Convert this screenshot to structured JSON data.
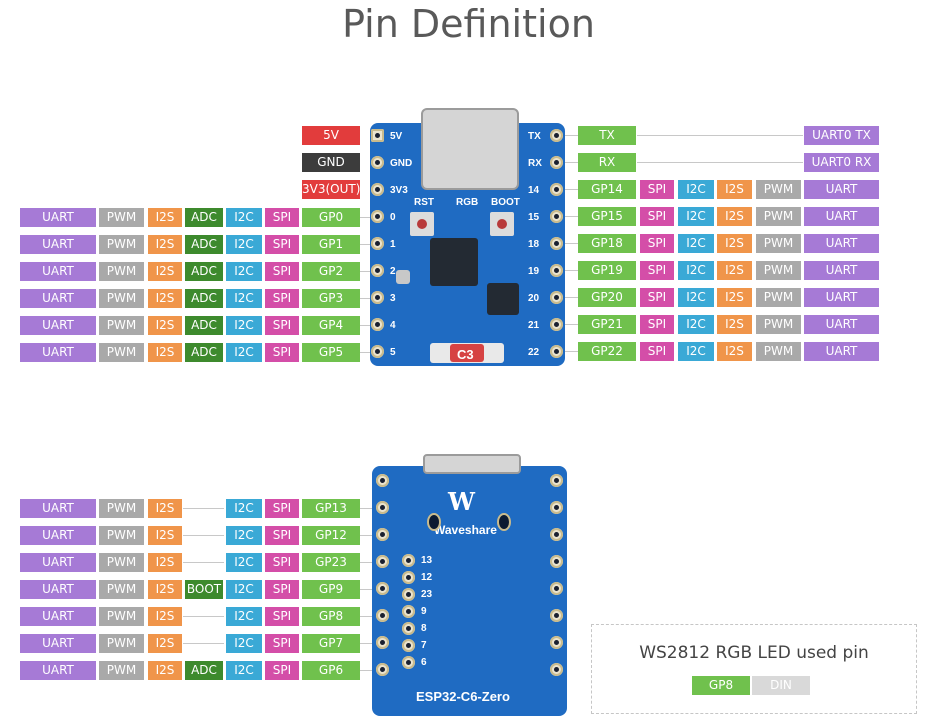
{
  "title": "Pin Definition",
  "colors": {
    "uart": "#a67ad6",
    "pwm": "#a9a9a9",
    "i2s": "#f0954a",
    "adc": "#3d8a2d",
    "i2c": "#3aa9d6",
    "spi": "#d44ea8",
    "gp": "#70c14d",
    "power_red": "#e23c3c",
    "gnd": "#3c3c3c",
    "din": "#d9d9d9"
  },
  "top_left": {
    "power": [
      "5V",
      "GND",
      "3V3(OUT)"
    ],
    "rows": [
      [
        "UART",
        "PWM",
        "I2S",
        "ADC",
        "I2C",
        "SPI",
        "GP0"
      ],
      [
        "UART",
        "PWM",
        "I2S",
        "ADC",
        "I2C",
        "SPI",
        "GP1"
      ],
      [
        "UART",
        "PWM",
        "I2S",
        "ADC",
        "I2C",
        "SPI",
        "GP2"
      ],
      [
        "UART",
        "PWM",
        "I2S",
        "ADC",
        "I2C",
        "SPI",
        "GP3"
      ],
      [
        "UART",
        "PWM",
        "I2S",
        "ADC",
        "I2C",
        "SPI",
        "GP4"
      ],
      [
        "UART",
        "PWM",
        "I2S",
        "ADC",
        "I2C",
        "SPI",
        "GP5"
      ]
    ]
  },
  "top_right": {
    "rows": [
      [
        "TX",
        "UART0 TX"
      ],
      [
        "RX",
        "UART0 RX"
      ],
      [
        "GP14",
        "SPI",
        "I2C",
        "I2S",
        "PWM",
        "UART"
      ],
      [
        "GP15",
        "SPI",
        "I2C",
        "I2S",
        "PWM",
        "UART"
      ],
      [
        "GP18",
        "SPI",
        "I2C",
        "I2S",
        "PWM",
        "UART"
      ],
      [
        "GP19",
        "SPI",
        "I2C",
        "I2S",
        "PWM",
        "UART"
      ],
      [
        "GP20",
        "SPI",
        "I2C",
        "I2S",
        "PWM",
        "UART"
      ],
      [
        "GP21",
        "SPI",
        "I2C",
        "I2S",
        "PWM",
        "UART"
      ],
      [
        "GP22",
        "SPI",
        "I2C",
        "I2S",
        "PWM",
        "UART"
      ]
    ]
  },
  "bottom_left": {
    "rows": [
      [
        "UART",
        "PWM",
        "I2S",
        "",
        "I2C",
        "SPI",
        "GP13"
      ],
      [
        "UART",
        "PWM",
        "I2S",
        "",
        "I2C",
        "SPI",
        "GP12"
      ],
      [
        "UART",
        "PWM",
        "I2S",
        "",
        "I2C",
        "SPI",
        "GP23"
      ],
      [
        "UART",
        "PWM",
        "I2S",
        "BOOT",
        "I2C",
        "SPI",
        "GP9"
      ],
      [
        "UART",
        "PWM",
        "I2S",
        "",
        "I2C",
        "SPI",
        "GP8"
      ],
      [
        "UART",
        "PWM",
        "I2S",
        "",
        "I2C",
        "SPI",
        "GP7"
      ],
      [
        "UART",
        "PWM",
        "I2S",
        "ADC",
        "I2C",
        "SPI",
        "GP6"
      ]
    ]
  },
  "front_board": {
    "left_labels": [
      "5V",
      "GND",
      "3V3",
      "0",
      "1",
      "2",
      "3",
      "4",
      "5"
    ],
    "right_labels": [
      "TX",
      "RX",
      "14",
      "15",
      "18",
      "19",
      "20",
      "21",
      "22"
    ],
    "rst": "RST",
    "rgb": "RGB",
    "boot": "BOOT",
    "chip_label": "C3"
  },
  "back_board": {
    "brand": "Waveshare",
    "model": "ESP32-C6-Zero",
    "pin_labels": [
      "13",
      "12",
      "23",
      "9",
      "8",
      "7",
      "6"
    ]
  },
  "led_box": {
    "title": "WS2812 RGB LED used pin",
    "pin": "GP8",
    "din": "DIN"
  }
}
